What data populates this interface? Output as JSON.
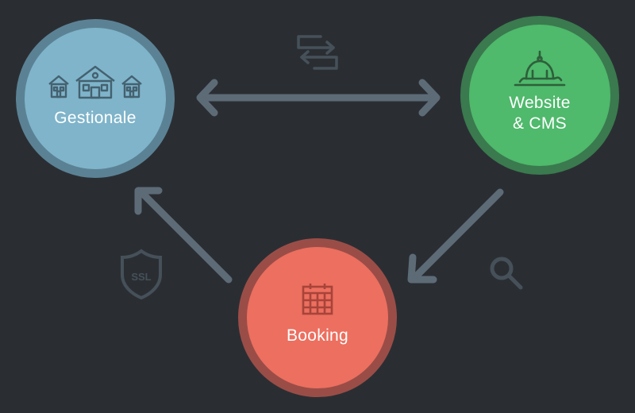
{
  "nodes": {
    "gestionale": {
      "label": "Gestionale",
      "color": "#7fb4ca",
      "ring": "#5b8294",
      "icon": "houses-icon"
    },
    "website": {
      "label": "Website\n& CMS",
      "color": "#4fb96c",
      "ring": "#3a7a4e",
      "icon": "dome-icon"
    },
    "booking": {
      "label": "Booking",
      "color": "#ec6f60",
      "ring": "#9a4d47",
      "icon": "calendar-icon"
    }
  },
  "decorations": {
    "sync": {
      "icon": "sync-arrows-icon"
    },
    "ssl": {
      "icon": "shield-icon",
      "text": "SSL"
    },
    "search": {
      "icon": "search-icon"
    }
  },
  "colors": {
    "background": "#2a2e33",
    "connector": "#5d6b77",
    "decoration": "#465059"
  }
}
